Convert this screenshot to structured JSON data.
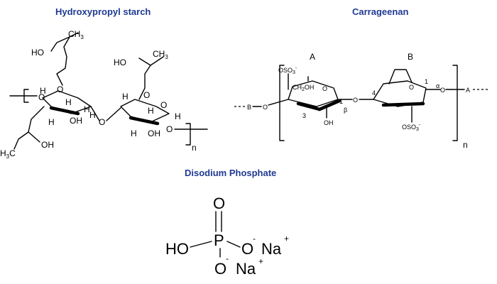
{
  "titles": {
    "hydroxypropyl_starch": "Hydroxypropyl starch",
    "carrageenan": "Carrageenan",
    "disodium_phosphate": "Disodium Phosphate"
  },
  "starch": {
    "ch3": "CH",
    "ch3_sub": "3",
    "ho": "HO",
    "oh": "OH",
    "o": "O",
    "h": "H",
    "h3c": "H",
    "h3c_sub": "3",
    "h3c_c": "C",
    "n": "n"
  },
  "carrageenan": {
    "unit_a": "A",
    "unit_b": "B",
    "oso3": "OSO",
    "oso3_sub": "3",
    "oso3_sup": "-",
    "ch2oh": "CH",
    "ch2oh_sub": "2",
    "ch2oh_tail": "OH",
    "oh": "OH",
    "o": "O",
    "b_link": "B",
    "a_link": "A",
    "pos1": "1",
    "pos3": "3",
    "pos4": "4",
    "beta": "β",
    "alpha": "α",
    "n": "n"
  },
  "phosphate": {
    "p": "P",
    "o_top": "O",
    "ho": "HO",
    "o_right": "O",
    "o_bottom": "O",
    "minus": "-",
    "na": "Na",
    "plus": "+"
  }
}
